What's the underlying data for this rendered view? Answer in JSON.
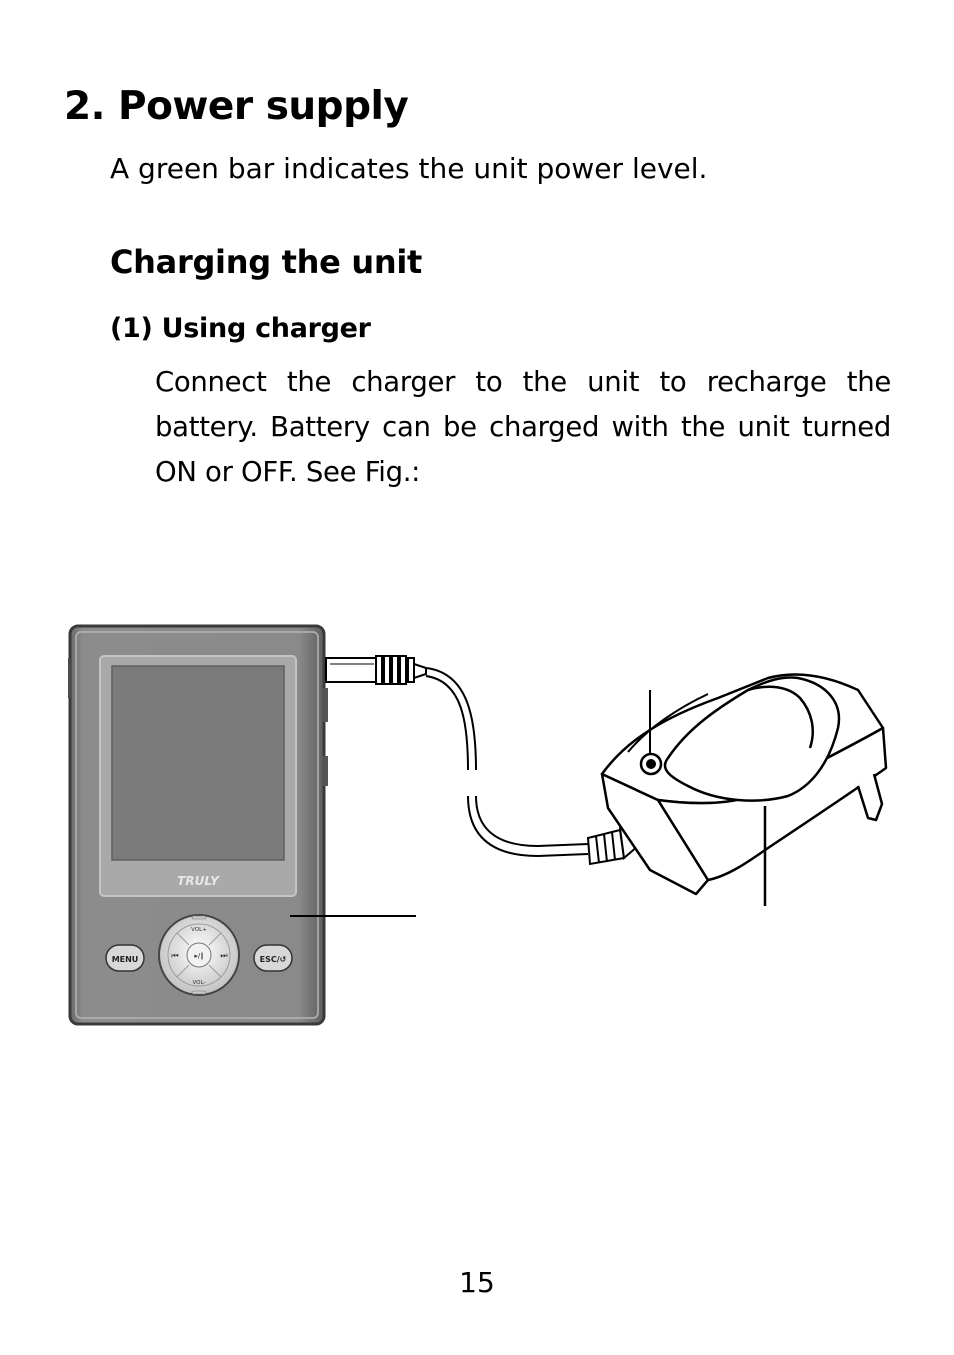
{
  "section": {
    "title": "2. Power supply",
    "intro": "A green bar indicates the unit power level."
  },
  "subsection": {
    "title": "Charging the unit",
    "step_title": "(1) Using charger",
    "body": "Connect the charger to the unit to recharge the battery. Battery can be charged with the unit turned ON or OFF.  See Fig.:"
  },
  "figure": {
    "brand_logo": "TRULY",
    "buttons": {
      "menu": "MENU",
      "esc": "ESC/↺",
      "vol_up": "VOL+",
      "vol_down": "VOL-",
      "play": "▸/∥",
      "prev": "⏮",
      "next": "⏭"
    },
    "colors": {
      "device_body": "#8a8a8a",
      "screen": "#7d7d7d",
      "screen_frame": "#aaaaaa"
    }
  },
  "page_number": "15"
}
